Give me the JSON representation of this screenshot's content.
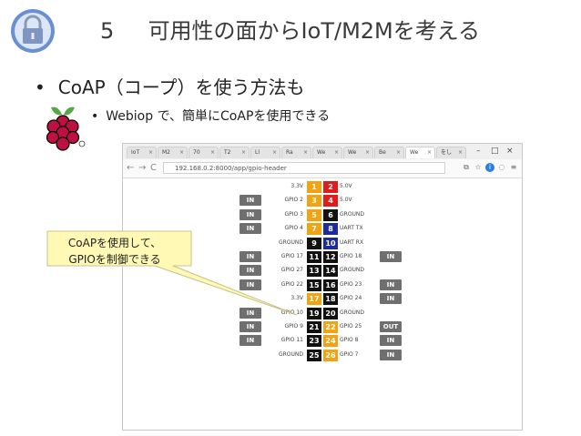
{
  "slide": {
    "number": "5",
    "title": "可用性の面からIoT/M2Mを考える",
    "bullet1": "CoAP（コープ）を使う方法も",
    "bullet2": "Webiop で、簡単にCoAPを使用できる",
    "bullet_symbol": "•"
  },
  "callout": {
    "line1": "CoAPを使用して、",
    "line2": "GPIOを制御できる"
  },
  "browser": {
    "tabs": [
      "IoT",
      "M2",
      "70",
      "T2",
      "Ll",
      "Ra",
      "We",
      "We",
      "Be",
      "We",
      "をし"
    ],
    "active_tab": 9,
    "url": "192.168.0.2:8000/app/gpio-header",
    "nav": {
      "back": "←",
      "forward": "→",
      "reload": "C"
    },
    "window_buttons": {
      "minimize": "–",
      "maximize": "□",
      "close": "×"
    }
  },
  "colors": {
    "pin_power": "#e01d1d",
    "pin_3v3": "#f4a51c",
    "pin_gpio_orange": "#f2a312",
    "pin_black": "#111111",
    "pin_blue": "#1d2b9e",
    "button_gray": "#6f6f6f",
    "callout_fill": "#fff9b5",
    "callout_stroke": "#c8c28a"
  },
  "gpio": {
    "rows": [
      {
        "left_btn": "",
        "left_label": "3.3V",
        "left_pin": "1",
        "left_color": "orange",
        "right_pin": "2",
        "right_color": "red",
        "right_label": "5.0V",
        "right_btn": ""
      },
      {
        "left_btn": "IN",
        "left_label": "GPIO 2",
        "left_pin": "3",
        "left_color": "orange",
        "right_pin": "4",
        "right_color": "red",
        "right_label": "5.0V",
        "right_btn": ""
      },
      {
        "left_btn": "IN",
        "left_label": "GPIO 3",
        "left_pin": "5",
        "left_color": "orange",
        "right_pin": "6",
        "right_color": "black",
        "right_label": "GROUND",
        "right_btn": ""
      },
      {
        "left_btn": "IN",
        "left_label": "GPIO 4",
        "left_pin": "7",
        "left_color": "orange",
        "right_pin": "8",
        "right_color": "blue",
        "right_label": "UART TX",
        "right_btn": ""
      },
      {
        "left_btn": "",
        "left_label": "GROUND",
        "left_pin": "9",
        "left_color": "black",
        "right_pin": "10",
        "right_color": "blue",
        "right_label": "UART RX",
        "right_btn": ""
      },
      {
        "left_btn": "IN",
        "left_label": "GPIO 17",
        "left_pin": "11",
        "left_color": "black",
        "right_pin": "12",
        "right_color": "black",
        "right_label": "GPIO 18",
        "right_btn": "IN"
      },
      {
        "left_btn": "IN",
        "left_label": "GPIO 27",
        "left_pin": "13",
        "left_color": "black",
        "right_pin": "14",
        "right_color": "black",
        "right_label": "GROUND",
        "right_btn": ""
      },
      {
        "left_btn": "IN",
        "left_label": "GPIO 22",
        "left_pin": "15",
        "left_color": "black",
        "right_pin": "16",
        "right_color": "black",
        "right_label": "GPIO 23",
        "right_btn": "IN"
      },
      {
        "left_btn": "",
        "left_label": "3.3V",
        "left_pin": "17",
        "left_color": "orange",
        "right_pin": "18",
        "right_color": "black",
        "right_label": "GPIO 24",
        "right_btn": "IN"
      },
      {
        "left_btn": "IN",
        "left_label": "GPIO 10",
        "left_pin": "19",
        "left_color": "black",
        "right_pin": "20",
        "right_color": "black",
        "right_label": "GROUND",
        "right_btn": ""
      },
      {
        "left_btn": "IN",
        "left_label": "GPIO 9",
        "left_pin": "21",
        "left_color": "black",
        "right_pin": "22",
        "right_color": "orange",
        "right_label": "GPIO 25",
        "right_btn": "OUT"
      },
      {
        "left_btn": "IN",
        "left_label": "GPIO 11",
        "left_pin": "23",
        "left_color": "black",
        "right_pin": "24",
        "right_color": "orange",
        "right_label": "GPIO 8",
        "right_btn": "IN"
      },
      {
        "left_btn": "",
        "left_label": "GROUND",
        "left_pin": "25",
        "left_color": "black",
        "right_pin": "26",
        "right_color": "orange",
        "right_label": "GPIO 7",
        "right_btn": "IN"
      }
    ]
  }
}
